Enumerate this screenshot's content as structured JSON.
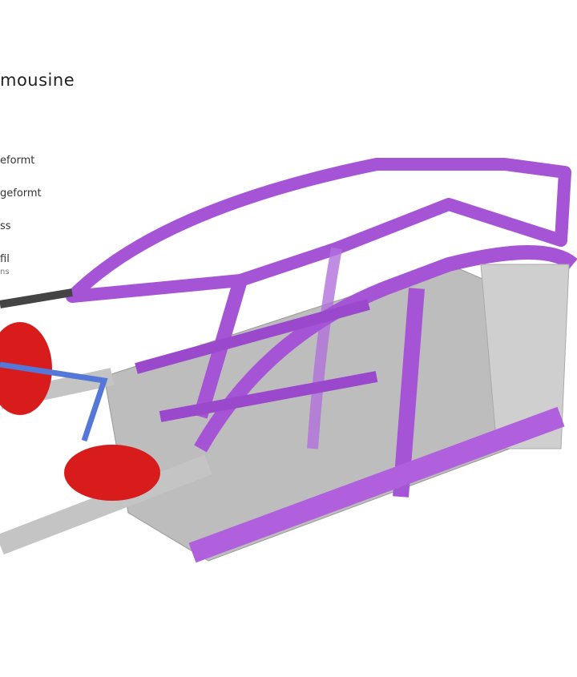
{
  "title": "mousine",
  "legend": [
    {
      "label": "eformt",
      "color": "#d8d8d8"
    },
    {
      "label": "geformt",
      "color": "#d01818"
    },
    {
      "label": "ss",
      "color": "#4a6fd0"
    },
    {
      "label": "fil",
      "sub": "ns",
      "color": "#a050d0"
    }
  ],
  "colors": {
    "aluminium": "#c8c8c8",
    "purple": "#a654d6",
    "red": "#d81c1c",
    "blue": "#5577d8"
  }
}
